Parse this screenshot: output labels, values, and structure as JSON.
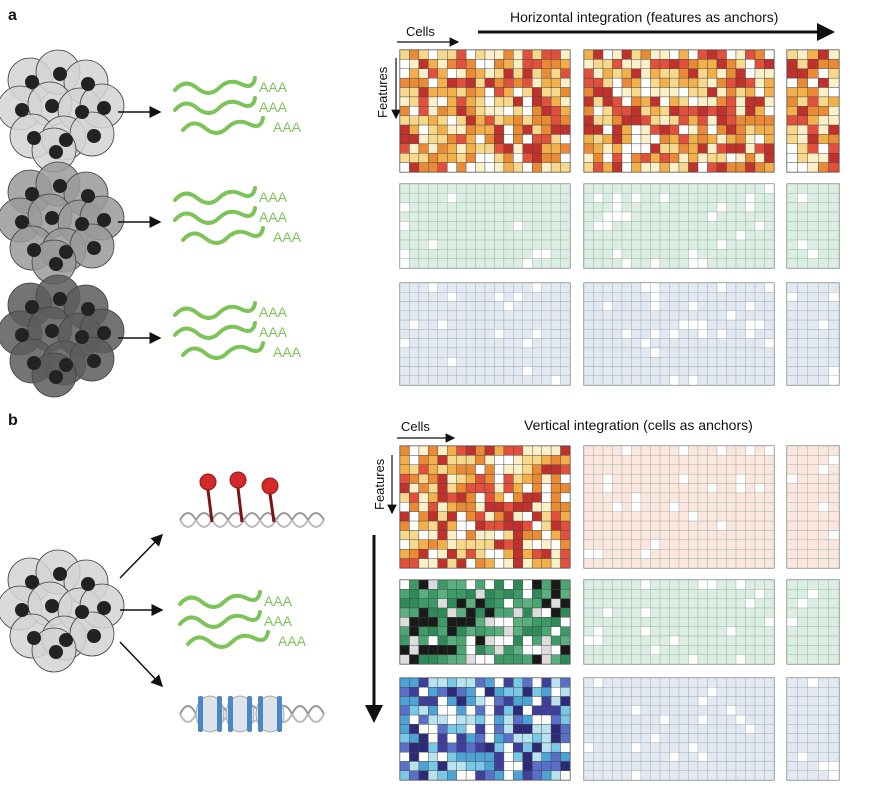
{
  "panel_a": {
    "label": "a",
    "title": "Horizontal integration (features as anchors)",
    "cells_label": "Cells",
    "features_label": "Features",
    "rna_label": "AAA"
  },
  "panel_b": {
    "label": "b",
    "title": "Vertical integration (cells as anchors)",
    "cells_label": "Cells",
    "features_label": "Features",
    "rna_label": "AAA"
  },
  "colors": {
    "rna_green": "#7dc35a",
    "cell_light": "#d3d3d3",
    "cell_mid": "#9a9a9a",
    "cell_dark": "#5c5c5c",
    "nucleus": "#222222",
    "methyl_red": "#d42a2a",
    "heat_orange": [
      "#c0312b",
      "#e2503c",
      "#ea8a35",
      "#f3b04a",
      "#f8d88b",
      "#fbf0c8",
      "#ffffff"
    ],
    "heat_green": [
      "#2f8a5a",
      "#3d9a67",
      "#4aa673",
      "#5cb080",
      "#ffffff",
      "#1a1a1a",
      "#dddddd"
    ],
    "heat_blue": [
      "#2e2a7a",
      "#3f3f9c",
      "#5870c8",
      "#4ea3d6",
      "#79c9e6",
      "#b9e3ef",
      "#ffffff"
    ],
    "faded_green": "#dceee2",
    "faded_blue": "#e3e8f3",
    "faded_orange": "#fbe7dd"
  }
}
